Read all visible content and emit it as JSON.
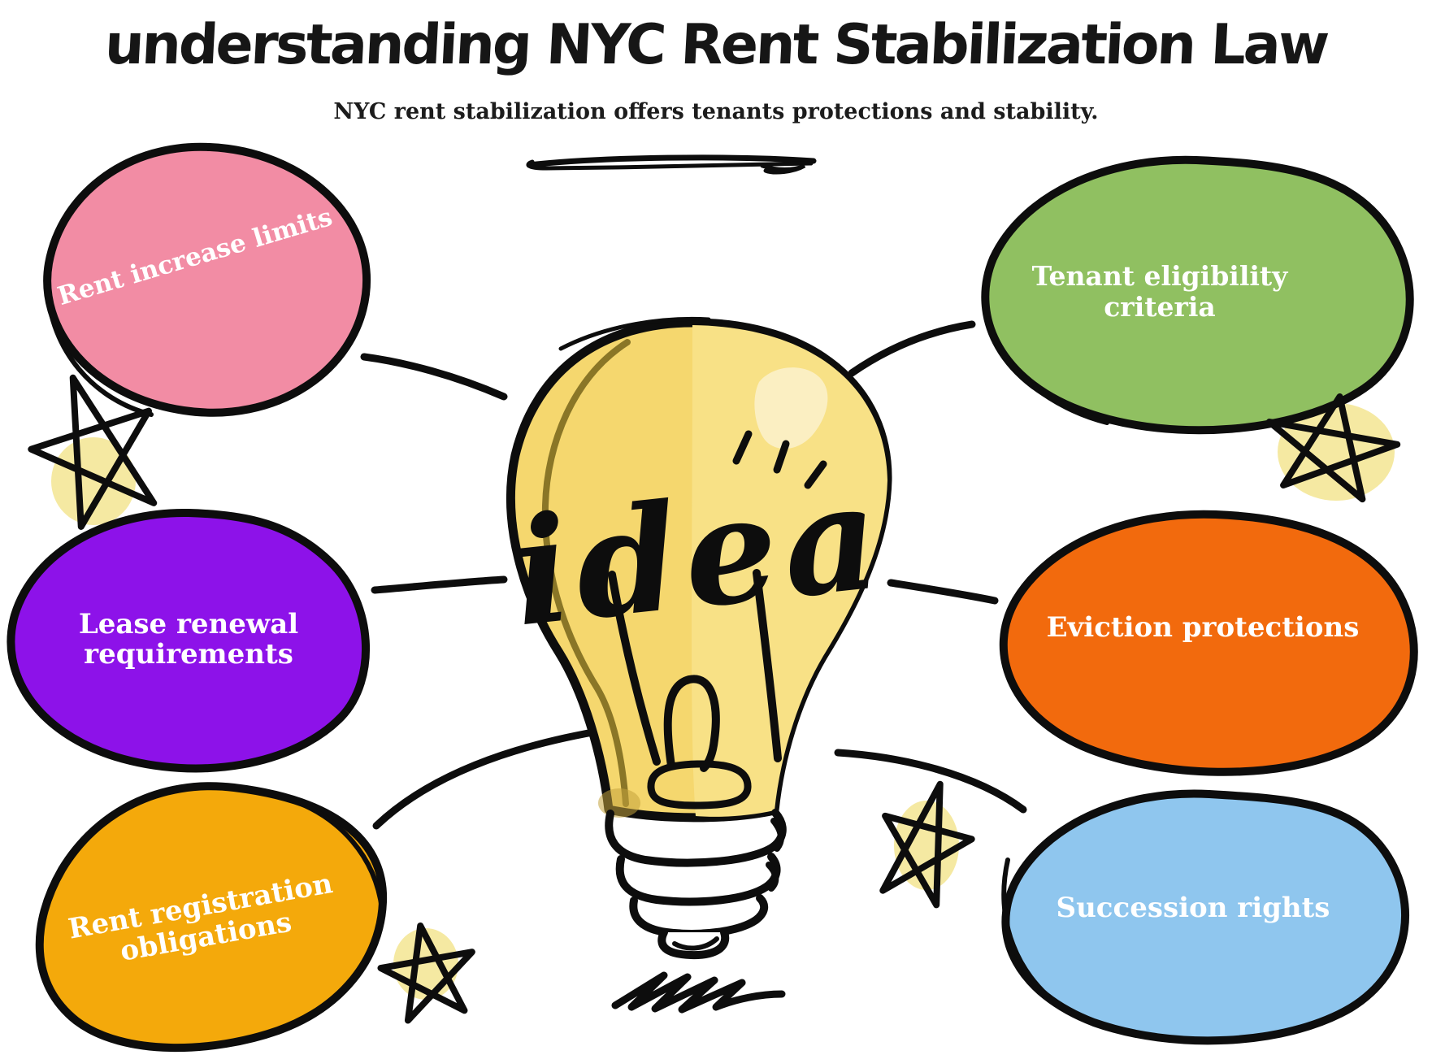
{
  "header": {
    "title": "understanding NYC Rent Stabilization Law",
    "subtitle": "NYC rent stabilization offers tenants protections and stability."
  },
  "center": {
    "bulb_label": "idea"
  },
  "topics": [
    {
      "label": "Rent increase limits",
      "color": "#F28CA4"
    },
    {
      "label": "Tenant eligibility criteria",
      "color": "#90C061"
    },
    {
      "label": "Lease renewal requirements",
      "color": "#8D12E9"
    },
    {
      "label": "Eviction protections",
      "color": "#F26A0D"
    },
    {
      "label": "Rent registration obligations",
      "color": "#F4A90B"
    },
    {
      "label": "Succession rights",
      "color": "#8FC6EE"
    }
  ],
  "colors": {
    "background": "#FFFFFF",
    "ink": "#0D0D0D",
    "label_text": "#FFFFFF",
    "bulb_fill": "#F5D76E",
    "bulb_fill_light": "#F8E186",
    "bulb_highlight": "#FBEFC2",
    "bulb_shade_line": "#6F5E15",
    "star_highlight": "#F5E9A2"
  }
}
